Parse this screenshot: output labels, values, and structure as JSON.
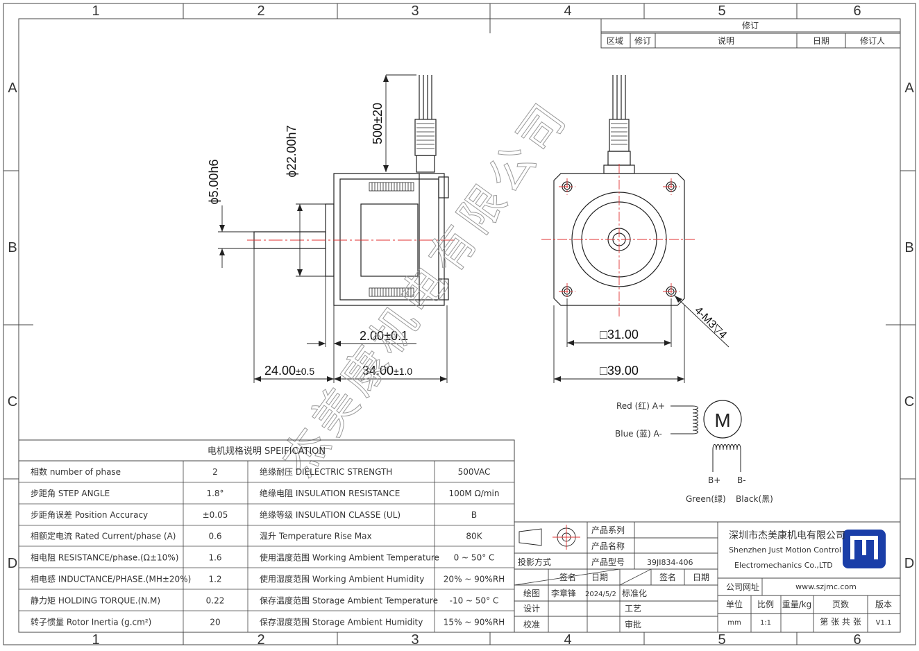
{
  "border": {
    "columns": [
      "1",
      "2",
      "3",
      "4",
      "5",
      "6"
    ],
    "rows": [
      "A",
      "B",
      "C",
      "D"
    ]
  },
  "revision": {
    "title": "修订",
    "headers": [
      "区域",
      "修订",
      "说明",
      "日期",
      "修订人"
    ]
  },
  "dimensions": {
    "cable_length": "500±20",
    "flange_diameter": "ϕ22.00h7",
    "shaft_diameter": "ϕ5.00h6",
    "flange_thickness": "2.00±0.1",
    "shaft_length": "24.00",
    "shaft_length_tol": "±0.5",
    "body_length": "34.00",
    "body_length_tol": "±1.0",
    "hole_spacing": "□31.00",
    "body_width": "□39.00",
    "mount_holes": "4-M3▽4"
  },
  "wiring": {
    "motor_symbol": "M",
    "red": "Red (红) A+",
    "blue": "Blue (蓝) A-",
    "b_plus": "B+",
    "b_minus": "B-",
    "green": "Green(绿)",
    "black": "Black(黑)"
  },
  "watermark": "杰美康机电有限公司",
  "spec": {
    "title": "电机规格说明 SPEIFICATION",
    "rows": [
      {
        "l1": "相数 number of phase",
        "v1": "2",
        "l2": "绝缘耐压 DIELECTRIC STRENGTH",
        "v2": "500VAC"
      },
      {
        "l1": "步距角 STEP ANGLE",
        "v1": "1.8°",
        "l2": "绝缘电阻 INSULATION RESISTANCE",
        "v2": "100M Ω/min"
      },
      {
        "l1": "步距角误差 Position Accuracy",
        "v1": "±0.05",
        "l2": "绝缘等级 INSULATION CLASSE (UL)",
        "v2": "B"
      },
      {
        "l1": "相额定电流 Rated Current/phase (A)",
        "v1": "0.6",
        "l2": "温升 Temperature Rise Max",
        "v2": "80K"
      },
      {
        "l1": "相电阻 RESISTANCE/phase.(Ω±10%)",
        "v1": "1.6",
        "l2": "使用温度范围 Working Ambient Temperature",
        "v2": "0 ~ 50° C"
      },
      {
        "l1": "相电感 INDUCTANCE/PHASE.(MH±20%)",
        "v1": "1.2",
        "l2": "使用湿度范围 Working Ambient Humidity",
        "v2": "20% ~ 90%RH"
      },
      {
        "l1": "静力矩 HOLDING TORQUE.(N.M)",
        "v1": "0.22",
        "l2": "保存温度范围 Storage Ambient Temperature",
        "v2": "-10 ~ 50° C"
      },
      {
        "l1": "转子惯量 Rotor Inertia (g.cm²)",
        "v1": "20",
        "l2": "保存湿度范围 Storage Ambient Humidity",
        "v2": "15% ~ 90%RH"
      }
    ]
  },
  "titleblock": {
    "product_series": "产品系列",
    "product_name": "产品名称",
    "projection": "投影方式",
    "product_model": "产品型号",
    "model_value": "39JI834-406",
    "sign": "签名",
    "date": "日期",
    "sign2": "签名",
    "date2": "日期",
    "drawn": "绘图",
    "drawn_by": "李章锋",
    "drawn_date": "2024/5/2",
    "standard": "标准化",
    "design": "设计",
    "process": "工艺",
    "check": "校准",
    "approve": "审批",
    "company_cn": "深圳市杰美康机电有限公司",
    "company_en1": "Shenzhen Just Motion Control",
    "company_en2": "Electromechanics Co.,LTD",
    "website_label": "公司网址",
    "website": "www.szjmc.com",
    "unit": "单位",
    "scale": "比例",
    "weight": "重量/kg",
    "pages": "页数",
    "version": "版本",
    "unit_val": "mm",
    "scale_val": "1:1",
    "pages_val": "第 张 共 张",
    "version_val": "V1.1"
  }
}
